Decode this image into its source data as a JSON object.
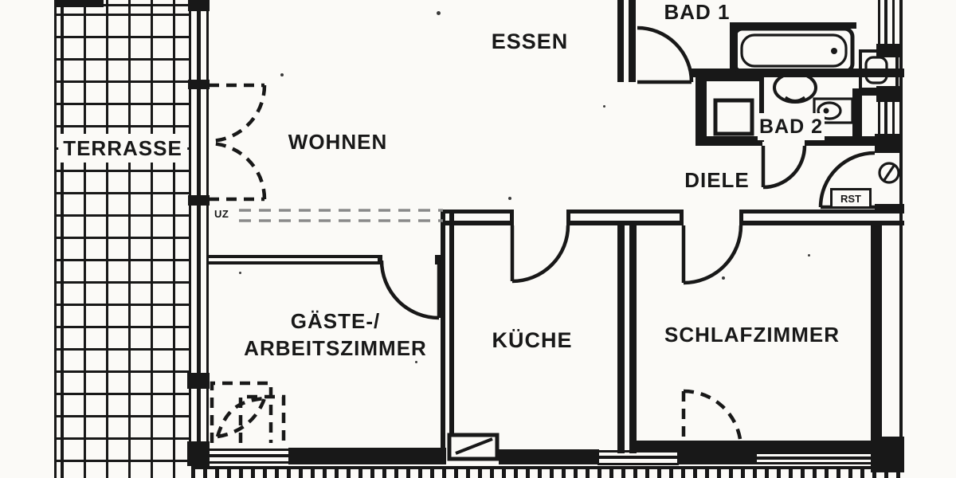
{
  "colors": {
    "ink": "#181818",
    "paper": "#fbfaf7",
    "beam": "#8a8a8a"
  },
  "rooms": {
    "terrasse": "TERRASSE",
    "wohnen": "WOHNEN",
    "essen": "ESSEN",
    "bad1": "BAD 1",
    "bad2": "BAD 2",
    "diele": "DIELE",
    "gaeste": "GÄSTE-/\nARBEITSZIMMER",
    "kueche": "KÜCHE",
    "schlafzimmer": "SCHLAFZIMMER"
  },
  "annotations": {
    "uz": "UZ",
    "rst": "RST"
  }
}
